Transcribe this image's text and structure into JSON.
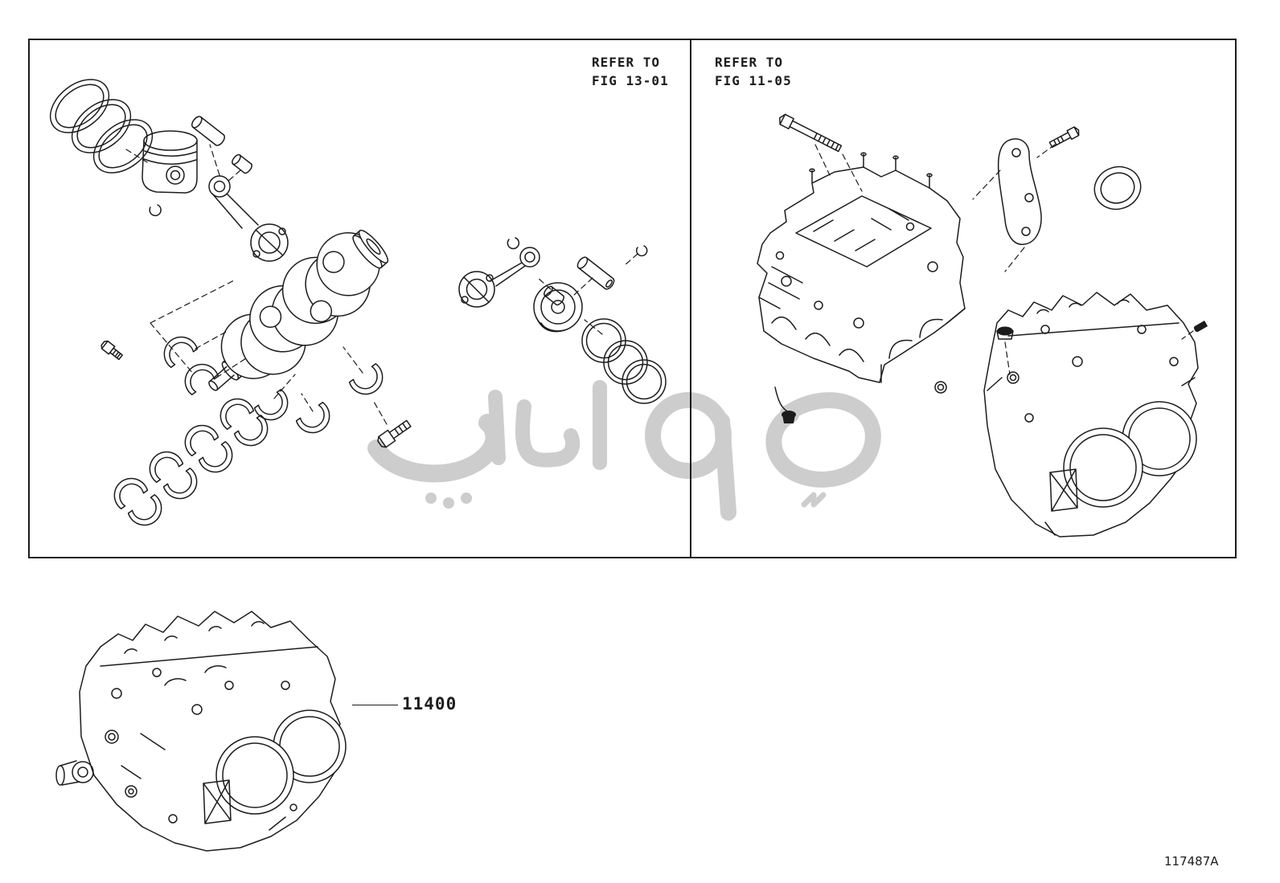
{
  "page": {
    "background": "#ffffff",
    "line_color": "#1c1c1c",
    "watermark_color": "#cdcdcd",
    "diagram_code": "117487A"
  },
  "panels": {
    "left": {
      "refer_note": "REFER TO\nFIG 13-01"
    },
    "right": {
      "refer_note": "REFER TO\nFIG 11-05"
    }
  },
  "callout": {
    "label": "11400"
  }
}
